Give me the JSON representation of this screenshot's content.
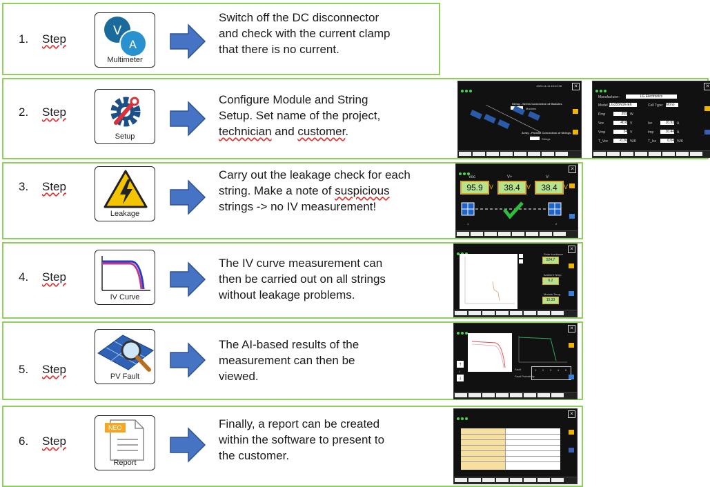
{
  "steps": [
    {
      "num": "1.",
      "word": "Step",
      "icon_label": "Multimeter",
      "icon": "multimeter-icon",
      "lines": [
        "Switch off the DC disconnector",
        "and check with the current clamp",
        "that there is no current."
      ]
    },
    {
      "num": "2.",
      "word": "Step",
      "icon_label": "Setup",
      "icon": "gear-wrench-icon",
      "lines": [
        "Configure Module and String",
        "Setup. Set name of the project,"
      ],
      "line3a": "technician",
      "line3b": " and ",
      "line3c": "customer",
      "line3d": "."
    },
    {
      "num": "3.",
      "word": "Step",
      "icon_label": "Leakage",
      "icon": "lightning-warning-icon",
      "line1": "Carry out the leakage check for each",
      "line2a": "string. Make a note of ",
      "line2b": "suspicious",
      "line3": "strings -> no IV measurement!"
    },
    {
      "num": "4.",
      "word": "Step",
      "icon_label": "IV Curve",
      "icon": "iv-curve-icon",
      "lines": [
        "The IV curve measurement can",
        "then be carried out on all strings",
        "without leakage problems."
      ]
    },
    {
      "num": "5.",
      "word": "Step",
      "icon_label": "PV Fault",
      "icon": "pv-panel-magnifier-icon",
      "lines": [
        "The AI-based results of the",
        "measurement can then be",
        "viewed."
      ]
    },
    {
      "num": "6.",
      "word": "Step",
      "icon_label": "Report",
      "icon": "report-document-icon",
      "badge": "NEO",
      "lines": [
        "Finally, a report can be created",
        "within the software to present to",
        "the customer."
      ]
    }
  ],
  "screens": {
    "s2a": {
      "title1": "String - Series Connection of Modules",
      "unit1": "Modules",
      "title2": "Array - Parallel Connection of Strings",
      "unit2": "Strings",
      "date": "2023-11-11 15:12:38"
    },
    "s2b": {
      "manufacturer_label": "Manufacturer:",
      "manufacturer": "LG Electronics",
      "model_label": "Model",
      "model": "LG355N1K-E6",
      "celltype_label": "Cell Type:",
      "celltype": "Mono",
      "pmp_label": "Pmp",
      "pmp": "355",
      "pmp_unit": "W",
      "voc_label": "Voc",
      "voc": "40.8",
      "voc_unit": "V",
      "isc_label": "Isc",
      "isc": "10.93",
      "isc_unit": "A",
      "vmp_label": "Vmp",
      "vmp": "34",
      "vmp_unit": "V",
      "imp_label": "Imp",
      "imp": "10.44",
      "imp_unit": "A",
      "tvoc_label": "T_Voc",
      "tvoc": "-0.26",
      "tvoc_unit": "%/K",
      "tisc_label": "T_Isc",
      "tisc": "0.04",
      "tisc_unit": "%/K"
    },
    "s3": {
      "l1": "Voc",
      "l2": "V+",
      "l3": "V-",
      "v1": "95.9",
      "v2": "38.4",
      "v3": "38.4",
      "unit": "V",
      "n1": "1",
      "n2": "2"
    },
    "s4": {
      "irr_label": "Solar Irradiance",
      "irr": "524.7",
      "amb_label": "Ambient Temp.",
      "amb": "6.2",
      "mod_label": "Module Temp.",
      "mod": "15.33"
    },
    "s5": {
      "fault": "Fault",
      "fault_probability": "Fault Probability",
      "cols": [
        "1",
        "2",
        "3",
        "4",
        "5"
      ],
      "scroll": "1"
    }
  }
}
